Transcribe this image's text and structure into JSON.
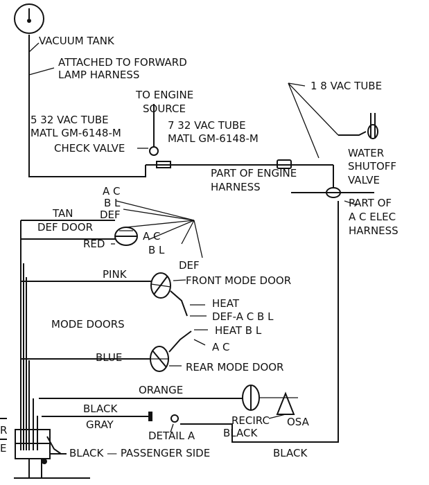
{
  "labels": {
    "vacuum_tank": "VACUUM TANK",
    "attached_1": "ATTACHED TO FORWARD",
    "attached_2": "LAMP HARNESS",
    "to_engine_1": "TO ENGINE",
    "to_engine_2": "SOURCE",
    "tube_532_1": "5 32 VAC TUBE",
    "tube_532_2": "MATL  GM-6148-M",
    "tube_732_1": "7 32 VAC TUBE",
    "tube_732_2": "MATL  GM-6148-M",
    "check_valve": "CHECK VALVE",
    "tube_18": "1 8 VAC TUBE",
    "water_1": "WATER",
    "water_2": "SHUTOFF",
    "water_3": "VALVE",
    "part_engine_1": "PART OF ENGINE",
    "part_engine_2": "HARNESS",
    "part_ac_1": "PART OF",
    "part_ac_2": "A C ELEC",
    "part_ac_3": "HARNESS",
    "ac_top": "A C",
    "bl_top": "B L",
    "def_top": "DEF",
    "tan": "TAN",
    "def_door": "DEF DOOR",
    "red": "RED",
    "ac_mid": "A C",
    "bl_mid": "B L",
    "def_bottom": "DEF",
    "pink": "PINK",
    "front_mode_door": "FRONT MODE DOOR",
    "heat": "HEAT",
    "def_ac_bl": "DEF-A C B L",
    "mode_doors": "MODE DOORS",
    "heat_bl": "HEAT B L",
    "ac_low": "A C",
    "blue": "BLUE",
    "rear_mode_door": "REAR MODE DOOR",
    "orange": "ORANGE",
    "black_1": "BLACK",
    "gray": "GRAY",
    "recirc": "RECIRC",
    "osa": "OSA",
    "detail_a": "DETAIL A",
    "black_2": "BLACK",
    "black_passenger": "BLACK — PASSENGER SIDE",
    "black_3": "BLACK",
    "edge_r": "R",
    "edge_e": "E"
  }
}
